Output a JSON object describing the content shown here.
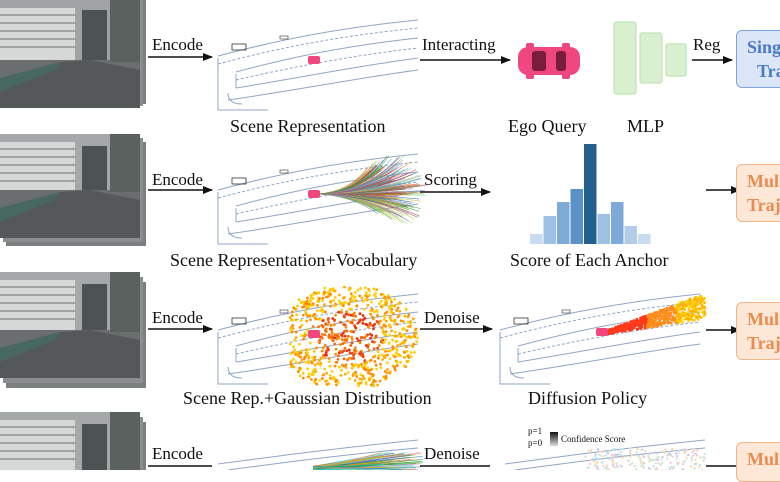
{
  "rows": [
    {
      "arrow1_label": "Encode",
      "arrow2_label": "Interacting",
      "arrow3_label": "Reg",
      "caption_scene": "Scene Representation",
      "caption_mid_a": "Ego Query",
      "caption_mid_b": "MLP",
      "output_line1": "Sing",
      "output_line2": "Tra"
    },
    {
      "arrow1_label": "Encode",
      "arrow2_label": "Scoring",
      "caption_scene": "Scene Representation+Vocabulary",
      "caption_mid": "Score of Each Anchor",
      "output_line1": "Mul",
      "output_line2": "Traj"
    },
    {
      "arrow1_label": "Encode",
      "arrow2_label": "Denoise",
      "caption_scene": "Scene Rep.+Gaussian Distribution",
      "caption_mid": "Diffusion Policy",
      "output_line1": "Mul",
      "output_line2": "Traj"
    },
    {
      "arrow1_label": "Encode",
      "arrow2_label": "Denoise",
      "legend_p1": "p=1",
      "legend_p0": "p=0",
      "legend_title": "Confidence Score",
      "output_line1": "Mul"
    }
  ],
  "colors": {
    "ego_car": "#f0477e",
    "mlp_block": "#d8f0d0",
    "mlp_border": "#b9dfae",
    "single_box_fill": "#dbe7f7",
    "multi_box_fill": "#fde7d6"
  },
  "score_histogram": {
    "values": [
      0.1,
      0.28,
      0.42,
      0.55,
      1.0,
      0.3,
      0.42,
      0.18,
      0.1
    ]
  }
}
